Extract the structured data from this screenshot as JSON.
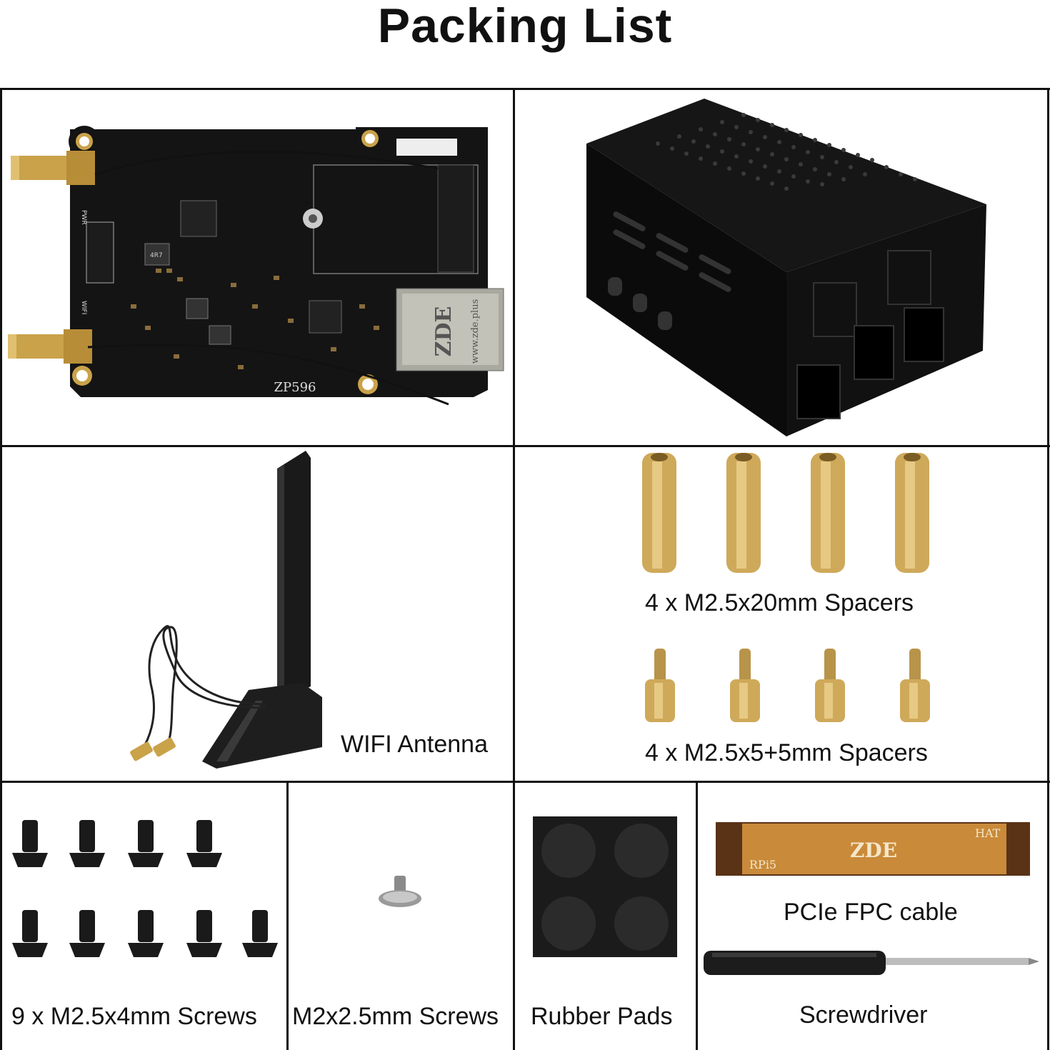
{
  "title": "Packing List",
  "items": {
    "board": {
      "silk_brand": "ZDE",
      "silk_url": "www.zde.plus",
      "silk_model": "ZP596",
      "silk_pwr": "PWR",
      "silk_wifi": "WIFI",
      "silk_4r7": "4R7"
    },
    "antenna": {
      "label": "WIFI Antenna"
    },
    "spacers_20": {
      "label": "4 x M2.5x20mm Spacers"
    },
    "spacers_5": {
      "label": "4 x M2.5x5+5mm Spacers"
    },
    "screws_m25": {
      "label": "9 x M2.5x4mm Screws"
    },
    "screws_m2": {
      "label": "M2x2.5mm Screws"
    },
    "rubber_pads": {
      "label": "Rubber Pads"
    },
    "fpc_cable": {
      "label": "PCIe FPC cable",
      "silk_brand": "ZDE",
      "silk_left": "RPi5",
      "silk_right": "HAT"
    },
    "screwdriver": {
      "label": "Screwdriver"
    }
  },
  "colors": {
    "board": "#141414",
    "gold": "#c9a24a",
    "brass": "#cfa95a",
    "case": "#0d0d0d",
    "fpc": "#c98a3a"
  }
}
